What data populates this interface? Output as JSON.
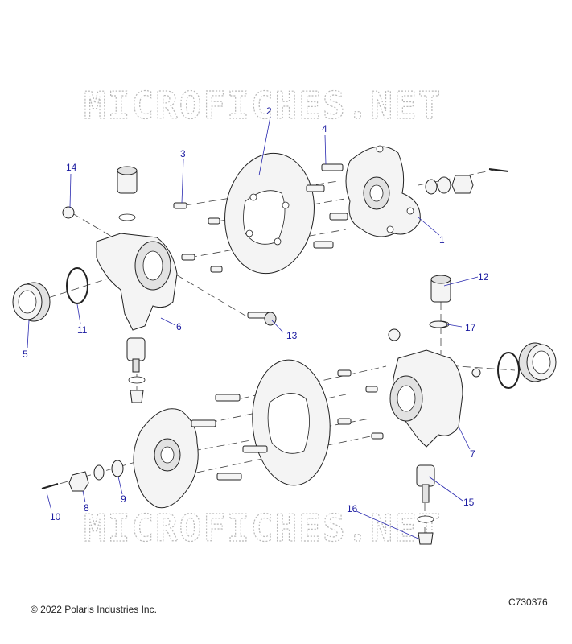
{
  "watermark": "MICROFICHES.NET",
  "callouts": [
    "1",
    "2",
    "3",
    "4",
    "5",
    "6",
    "7",
    "8",
    "9",
    "10",
    "11",
    "12",
    "13",
    "14",
    "15",
    "16",
    "17"
  ],
  "footer": {
    "copyright": "© 2022 Polaris Industries Inc.",
    "figure_id": "C730376"
  }
}
